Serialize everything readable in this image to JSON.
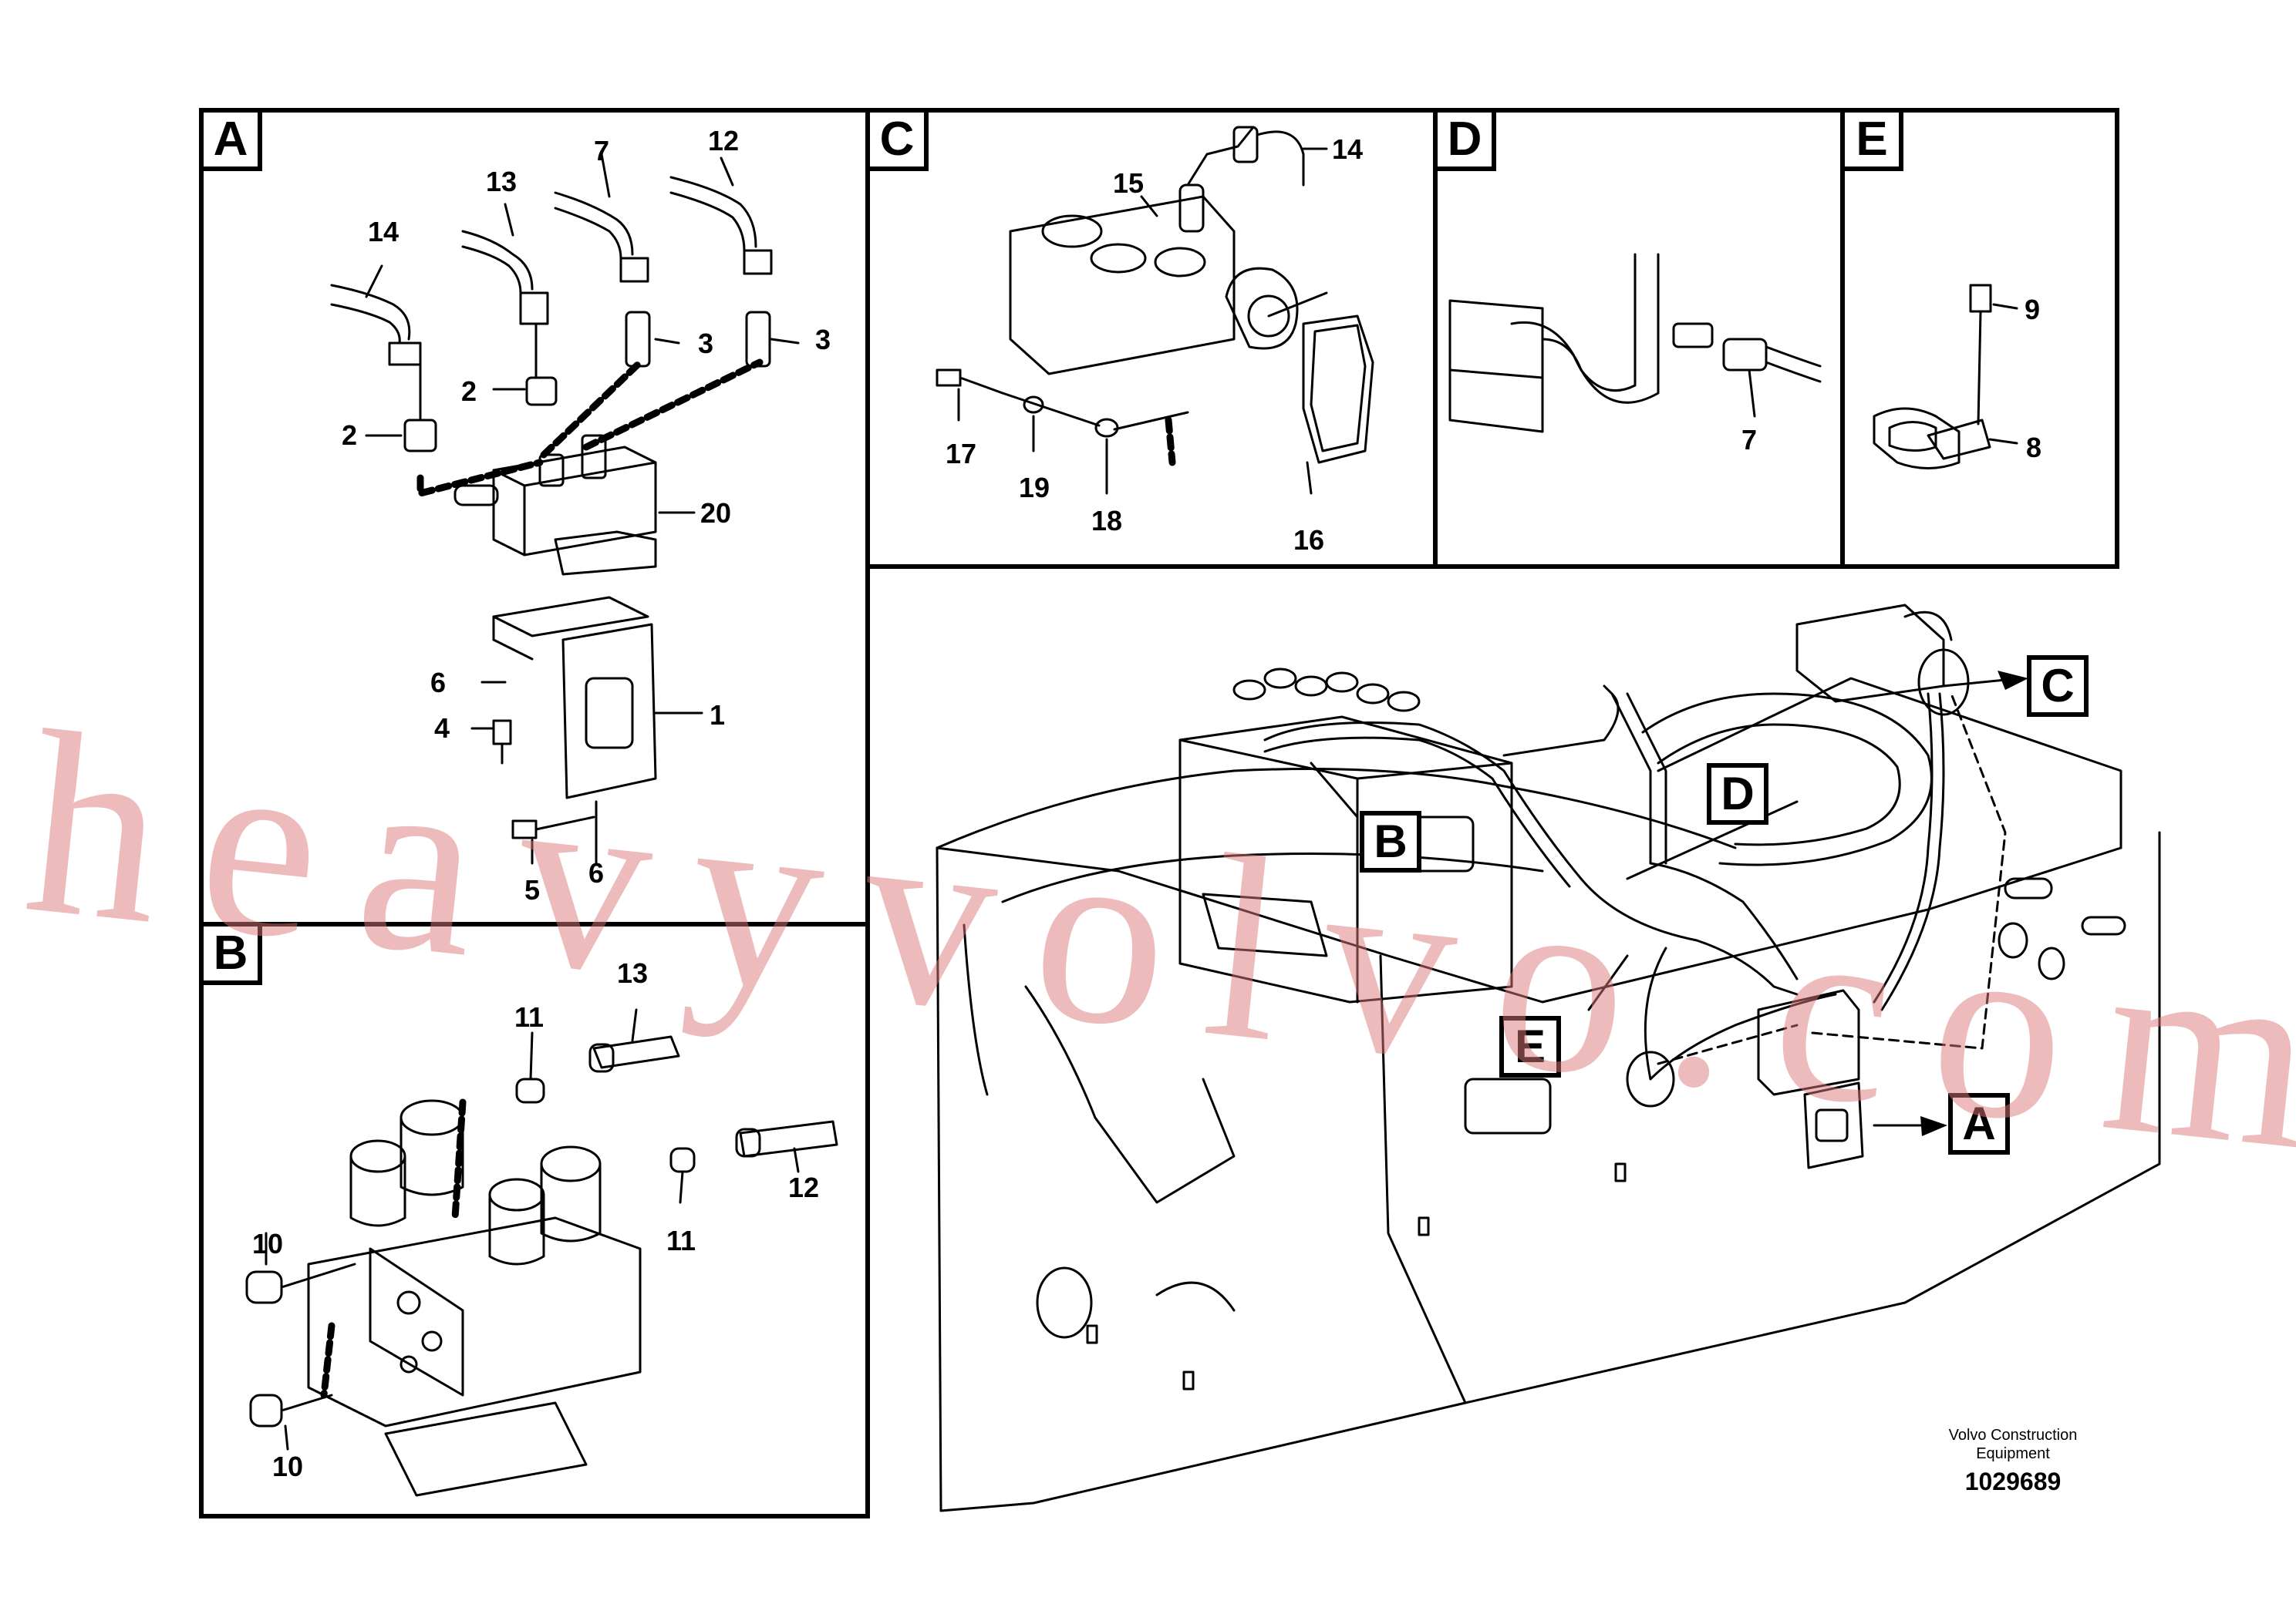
{
  "panels": {
    "a": {
      "tag": "A",
      "labels": {
        "l14": "14",
        "l13": "13",
        "l7": "7",
        "l12": "12",
        "l3a": "3",
        "l3b": "3",
        "l2a": "2",
        "l2b": "2",
        "l20": "20",
        "l6a": "6",
        "l4": "4",
        "l1": "1",
        "l5": "5",
        "l6b": "6"
      }
    },
    "b": {
      "tag": "B",
      "labels": {
        "l13": "13",
        "l11a": "11",
        "l12": "12",
        "l11b": "11",
        "l10a": "10",
        "l10b": "10"
      }
    },
    "c": {
      "tag": "C",
      "labels": {
        "l14": "14",
        "l15": "15",
        "l17": "17",
        "l19": "19",
        "l18": "18",
        "l16": "16"
      }
    },
    "d": {
      "tag": "D",
      "labels": {
        "l7": "7"
      }
    },
    "e": {
      "tag": "E",
      "labels": {
        "l9": "9",
        "l8": "8"
      }
    }
  },
  "overview": {
    "callouts": {
      "a": "A",
      "b": "B",
      "c": "C",
      "d": "D",
      "e": "E"
    }
  },
  "footer": {
    "caption_line1": "Volvo Construction",
    "caption_line2": "Equipment",
    "code": "1029689"
  },
  "watermark": "heavyvolvo.com"
}
